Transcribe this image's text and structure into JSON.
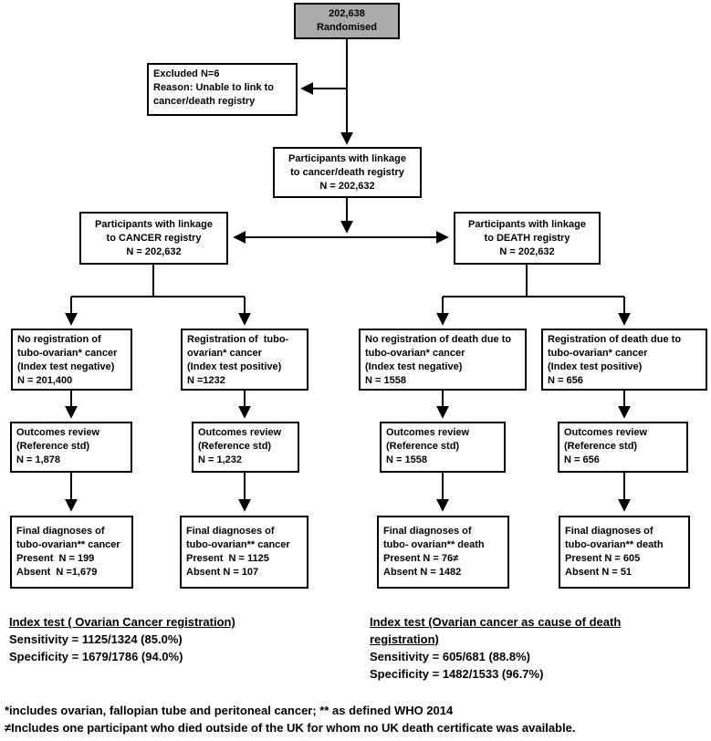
{
  "colors": {
    "background": "#ffffff",
    "border": "#000000",
    "text": "#000000",
    "randomised_fill": "#ababab"
  },
  "boxes": {
    "randomised": {
      "lines": [
        "202,638",
        "Randomised"
      ]
    },
    "excluded": {
      "lines": [
        "Excluded N=6",
        "Reason: Unable to link to",
        "cancer/death registry"
      ]
    },
    "linkage_both": {
      "lines": [
        "Participants with linkage",
        "to cancer/death registry",
        "N = 202,632"
      ]
    },
    "linkage_cancer": {
      "lines": [
        "Participants with linkage",
        "to CANCER registry",
        "N = 202,632"
      ]
    },
    "linkage_death": {
      "lines": [
        "Participants with linkage",
        "to DEATH registry",
        "N = 202,632"
      ]
    },
    "no_registration_cancer": {
      "lines": [
        "No registration of",
        "tubo-ovarian* cancer",
        "(Index test negative)",
        "N = 201,400"
      ]
    },
    "registration_cancer": {
      "lines": [
        "Registration of  tubo-",
        "ovarian* cancer",
        "(Index test positive)",
        "N =1232"
      ]
    },
    "no_registration_death": {
      "lines": [
        "No registration of death due to",
        "tubo-ovarian* cancer",
        "(Index test negative)",
        "N = 1558"
      ]
    },
    "registration_death": {
      "lines": [
        "Registration of death due to",
        "tubo-ovarian* cancer",
        "(Index test positive)",
        "N = 656"
      ]
    },
    "outcomes_1": {
      "lines": [
        "Outcomes review",
        "(Reference std)",
        "N = 1,878"
      ]
    },
    "outcomes_2": {
      "lines": [
        "Outcomes review",
        "(Reference std)",
        "N = 1,232"
      ]
    },
    "outcomes_3": {
      "lines": [
        "Outcomes review",
        "(Reference std)",
        "N = 1558"
      ]
    },
    "outcomes_4": {
      "lines": [
        "Outcomes review",
        "(Reference std)",
        "N = 656"
      ]
    },
    "final_1": {
      "lines": [
        "Final diagnoses of",
        "tubo-ovarian** cancer",
        "Present  N = 199",
        "Absent  N =1,679"
      ]
    },
    "final_2": {
      "lines": [
        "Final diagnoses of",
        "tubo-ovarian** cancer",
        "Present  N = 1125",
        "Absent N = 107"
      ]
    },
    "final_3": {
      "lines": [
        "Final diagnoses of",
        "tubo- ovarian** death",
        "Present N = 76≠",
        "Absent N = 1482"
      ]
    },
    "final_4": {
      "lines": [
        "Final diagnoses of",
        "tubo-ovarian** death",
        "Present N = 605",
        "Absent N = 51"
      ]
    }
  },
  "summaries": {
    "cancer": {
      "heading": "Index test ( Ovarian Cancer registration)",
      "sensitivity": "Sensitivity = 1125/1324 (85.0%)",
      "specificity": "Specificity = 1679/1786 (94.0%)"
    },
    "death": {
      "heading": "Index test (Ovarian cancer as cause of death registration)",
      "sensitivity": "Sensitivity = 605/681 (88.8%)",
      "specificity": "Specificity = 1482/1533 (96.7%)"
    }
  },
  "footnotes": [
    "*includes ovarian, fallopian tube and peritoneal cancer; ** as defined WHO 2014",
    "≠Includes one participant who died outside of the UK for whom no UK death certificate was available."
  ]
}
